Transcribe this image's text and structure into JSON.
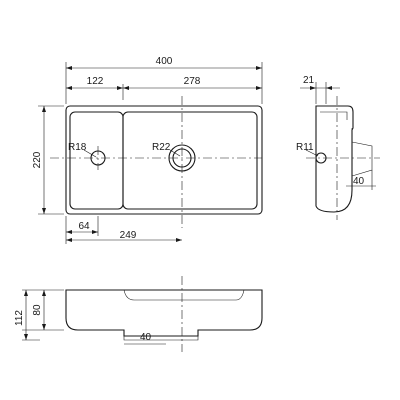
{
  "dimensions": {
    "overall_width": "400",
    "left_basin_width": "122",
    "right_basin_width": "278",
    "depth": "220",
    "tap_offset": "64",
    "drain_offset": "249",
    "overflow_radius": "R18",
    "tap_hole_radius": "R22",
    "side_drain_radius": "R11",
    "side_rim": "21",
    "side_drain_depth": "40",
    "front_height": "112",
    "front_basin_depth": "80",
    "front_drain": "40"
  }
}
